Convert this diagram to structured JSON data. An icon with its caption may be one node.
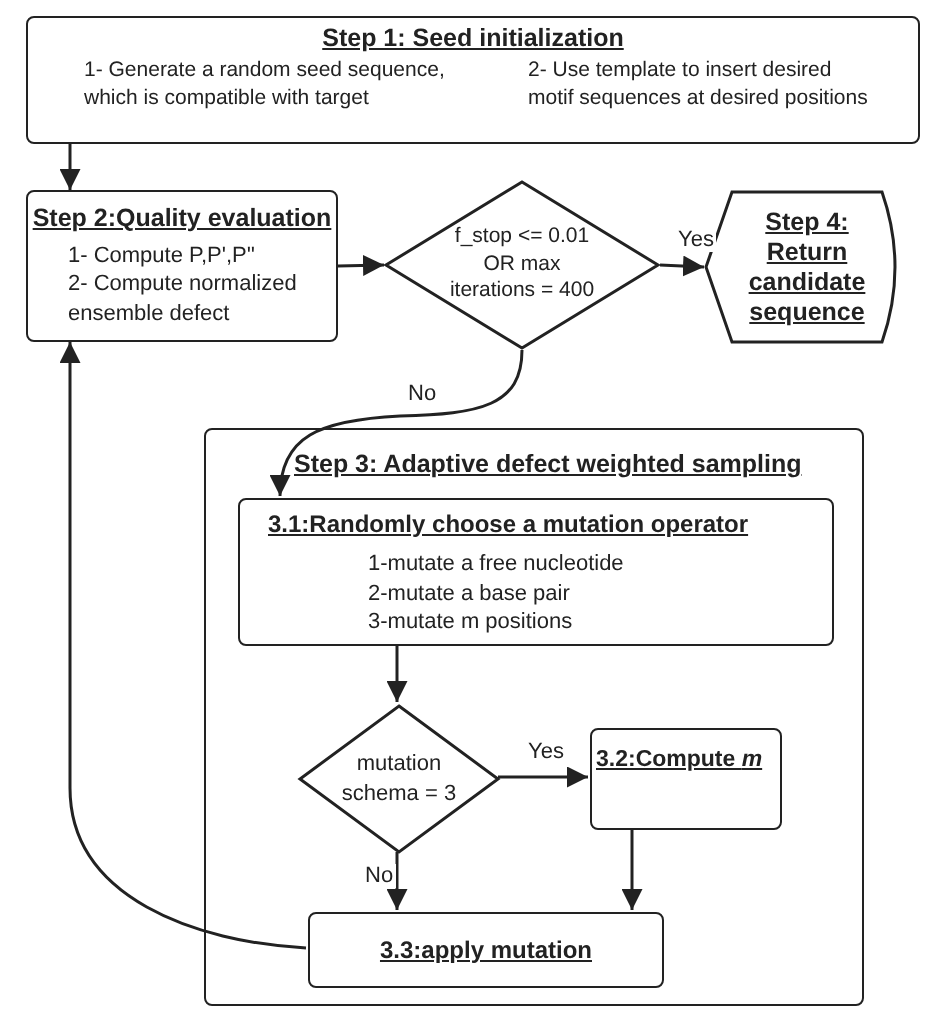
{
  "diagram": {
    "nodes": [
      {
        "text": [
          "Step 1: Seed initialization",
          "1- Generate a random seed sequence, which is compatible with target",
          "2- Use template to insert desired motif sequences at desired positions"
        ]
      },
      {
        "text": [
          "Step 2:Quality evaluation",
          "1- Compute P,P',P''",
          "2- Compute normalized ensemble defect"
        ]
      },
      {
        "text": [
          "f_stop <= 0.01 OR max iterations = 400"
        ]
      },
      {
        "text": [
          "Step 4: Return candidate sequence"
        ]
      },
      {
        "text": [
          "Step 3: Adaptive defect weighted sampling"
        ]
      },
      {
        "text": [
          "3.1:Randomly choose a mutation operator",
          "1-mutate a free nucleotide",
          "2-mutate a base pair",
          "3-mutate m positions"
        ],
        "in": 4
      },
      {
        "text": [
          "mutation schema = 3"
        ],
        "in": 4
      },
      {
        "text": [
          "3.2:Compute *m*"
        ],
        "in": 4
      },
      {
        "text": [
          "3.3:apply mutation"
        ],
        "in": 4
      }
    ],
    "edges": [
      {
        "from": 0,
        "to": 1,
        "arrow": "to"
      },
      {
        "from": 1,
        "to": 2,
        "arrow": "to"
      },
      {
        "from": 2,
        "to": 3,
        "arrow": "to",
        "label": "Yes"
      },
      {
        "from": 2,
        "to": 5,
        "arrow": "to",
        "label": "No"
      },
      {
        "from": 5,
        "to": 6,
        "arrow": "to"
      },
      {
        "from": 6,
        "to": 7,
        "arrow": "to",
        "label": "Yes"
      },
      {
        "from": 6,
        "to": 8,
        "arrow": "to",
        "label": "No"
      },
      {
        "from": 7,
        "to": 8,
        "arrow": "to"
      },
      {
        "from": 8,
        "to": 1,
        "arrow": "to"
      }
    ]
  }
}
